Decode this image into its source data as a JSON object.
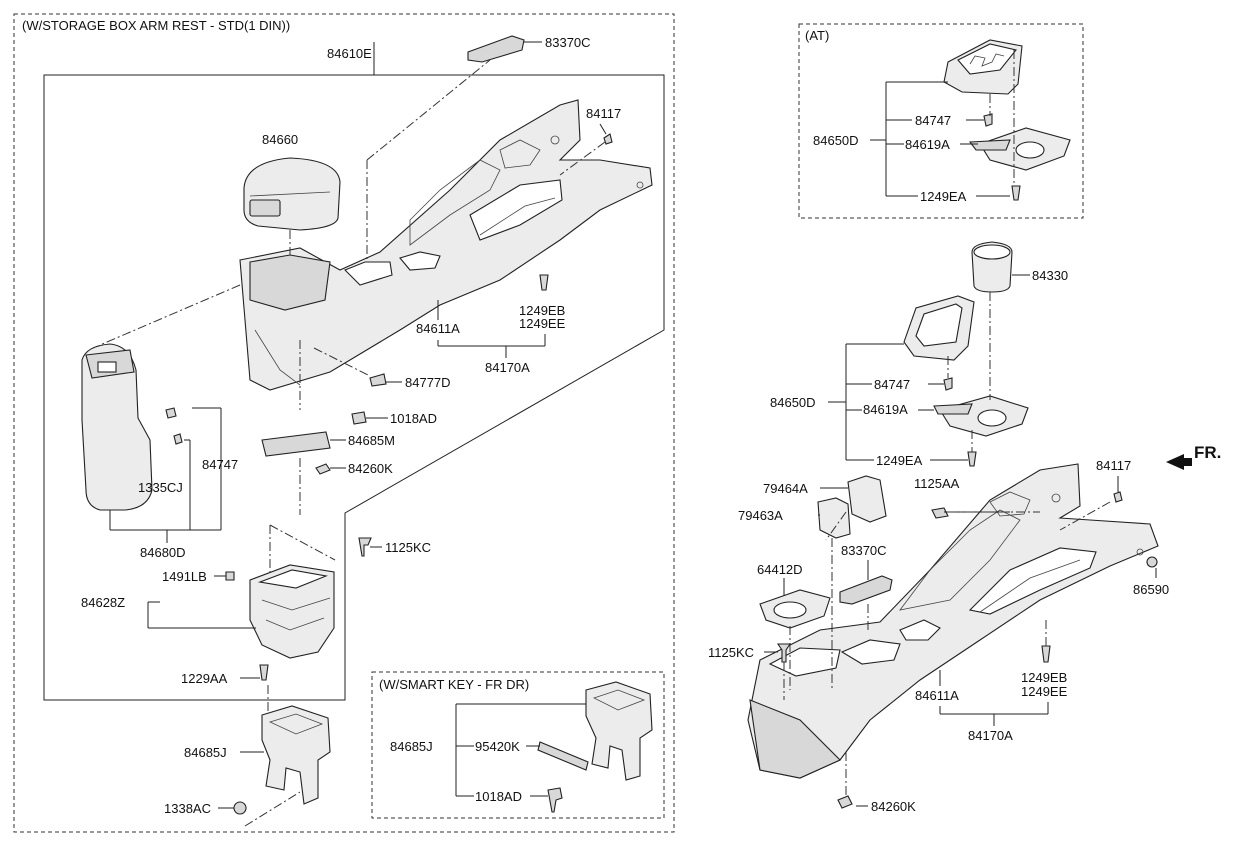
{
  "groups": {
    "storage_box": "(W/STORAGE BOX ARM REST - STD(1 DIN))",
    "at": "(AT)",
    "smart_key": "(W/SMART KEY - FR DR)"
  },
  "direction_label": "FR.",
  "labels": {
    "l_84610E": "84610E",
    "l_83370C_a": "83370C",
    "l_84117_a": "84117",
    "l_84660": "84660",
    "l_1249EB_a": "1249EB",
    "l_1249EE_a": "1249EE",
    "l_84611A_a": "84611A",
    "l_84170A_a": "84170A",
    "l_84777D": "84777D",
    "l_1018AD_a": "1018AD",
    "l_84685M": "84685M",
    "l_84260K_a": "84260K",
    "l_84747_a": "84747",
    "l_1335CJ": "1335CJ",
    "l_84680D": "84680D",
    "l_1125KC_a": "1125KC",
    "l_1491LB": "1491LB",
    "l_84628Z": "84628Z",
    "l_1229AA": "1229AA",
    "l_84685J_a": "84685J",
    "l_1338AC": "1338AC",
    "l_84685J_b": "84685J",
    "l_95420K": "95420K",
    "l_1018AD_b": "1018AD",
    "l_84747_b": "84747",
    "l_84650D_a": "84650D",
    "l_84619A_a": "84619A",
    "l_1249EA_a": "1249EA",
    "l_84330": "84330",
    "l_84747_c": "84747",
    "l_84650D_b": "84650D",
    "l_84619A_b": "84619A",
    "l_1249EA_b": "1249EA",
    "l_84117_b": "84117",
    "l_79464A": "79464A",
    "l_1125AA": "1125AA",
    "l_79463A": "79463A",
    "l_83370C_b": "83370C",
    "l_64412D": "64412D",
    "l_86590": "86590",
    "l_1125KC_b": "1125KC",
    "l_1249EB_b": "1249EB",
    "l_1249EE_b": "1249EE",
    "l_84611A_b": "84611A",
    "l_84170A_b": "84170A",
    "l_84260K_b": "84260K"
  }
}
